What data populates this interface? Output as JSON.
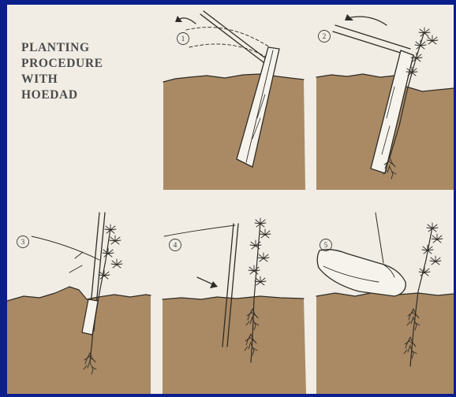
{
  "figure": {
    "title_lines": [
      "PLANTING",
      "PROCEDURE",
      "WITH",
      "HOEDAD"
    ],
    "steps": [
      {
        "number": "1"
      },
      {
        "number": "2"
      },
      {
        "number": "3"
      },
      {
        "number": "4"
      },
      {
        "number": "5"
      }
    ]
  },
  "colors": {
    "background": "#0c1e8c",
    "paper": "#f1ede4",
    "soil": "#aa8a64",
    "ink": "#2e2b27",
    "tool_blade": "#f6f3ec"
  },
  "icons": [
    "hoedad-tool-icon",
    "seedling-icon",
    "boot-icon",
    "motion-arrow-icon"
  ]
}
